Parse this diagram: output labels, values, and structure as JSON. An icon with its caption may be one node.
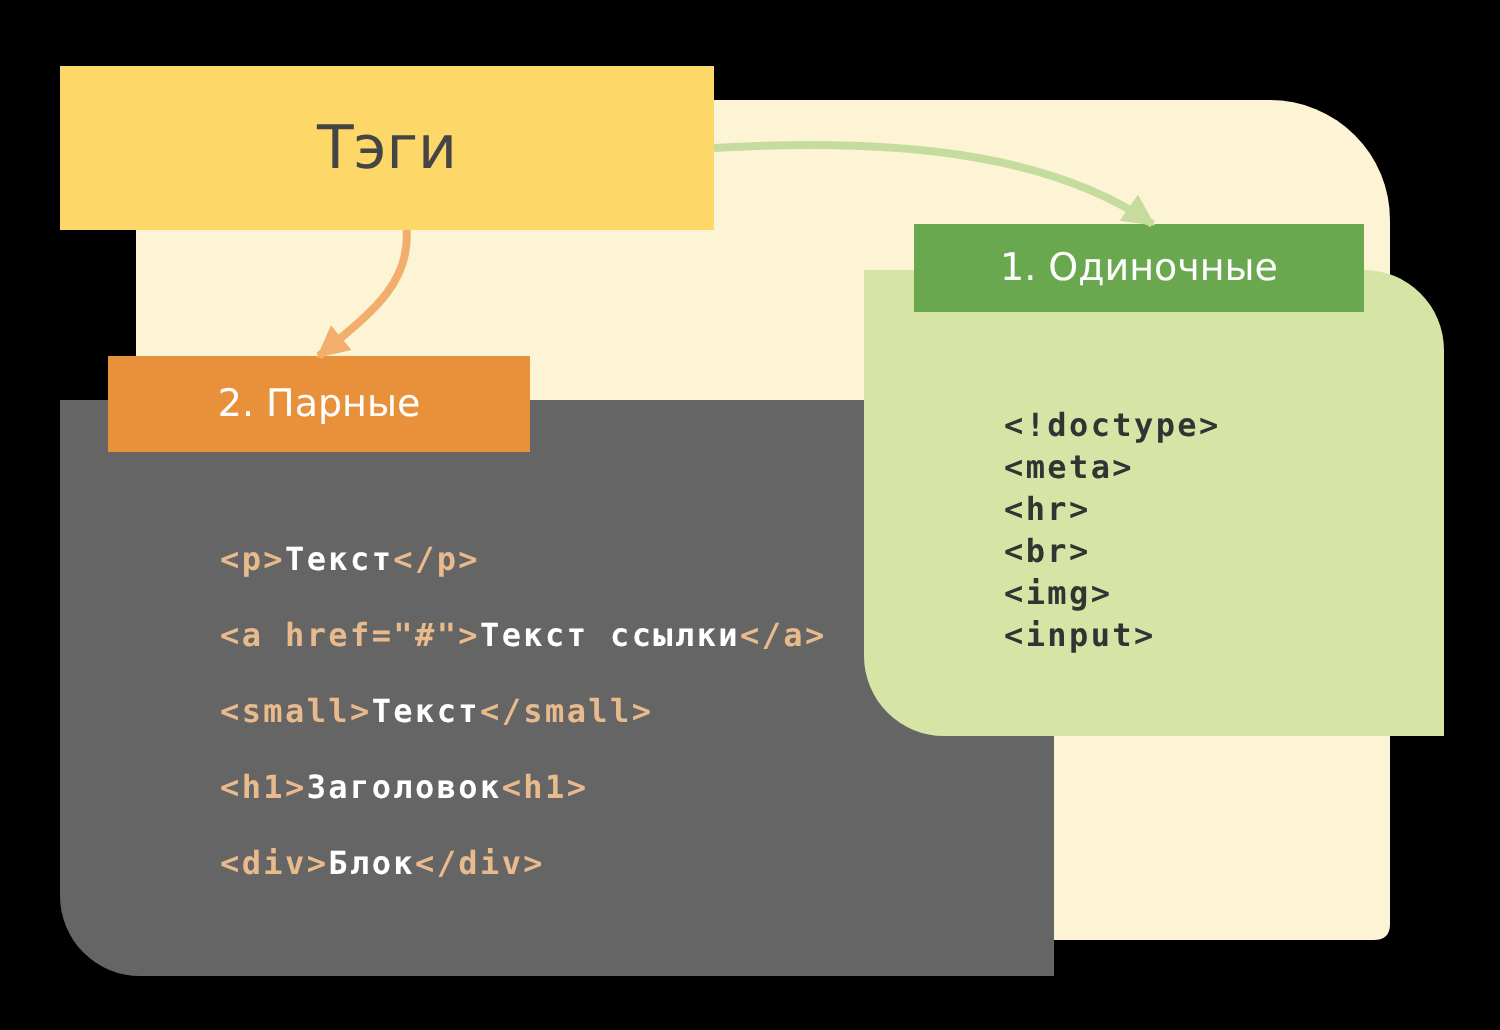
{
  "diagram": {
    "nodes": [
      {
        "text": [
          "Тэги"
        ]
      },
      {
        "text": [
          "1. Одиночные"
        ]
      },
      {
        "text": [
          "<!doctype>",
          "<meta>",
          "<hr>",
          "<br>",
          "<img>",
          "<input>"
        ]
      },
      {
        "text": [
          "2. Парные"
        ]
      },
      {
        "text": [
          "<p>Текст</p>",
          "<a href=\"#\">Текст ссылки</a>",
          "<small>Текст</small>",
          "<h1>Заголовок<h1>",
          "<div>Блок</div>"
        ]
      }
    ],
    "edges": [
      {
        "from": 0,
        "to": 1,
        "arrow": "to",
        "color": "#c6dc9f"
      },
      {
        "from": 0,
        "to": 3,
        "arrow": "to",
        "color": "#f2ae6c"
      }
    ]
  }
}
